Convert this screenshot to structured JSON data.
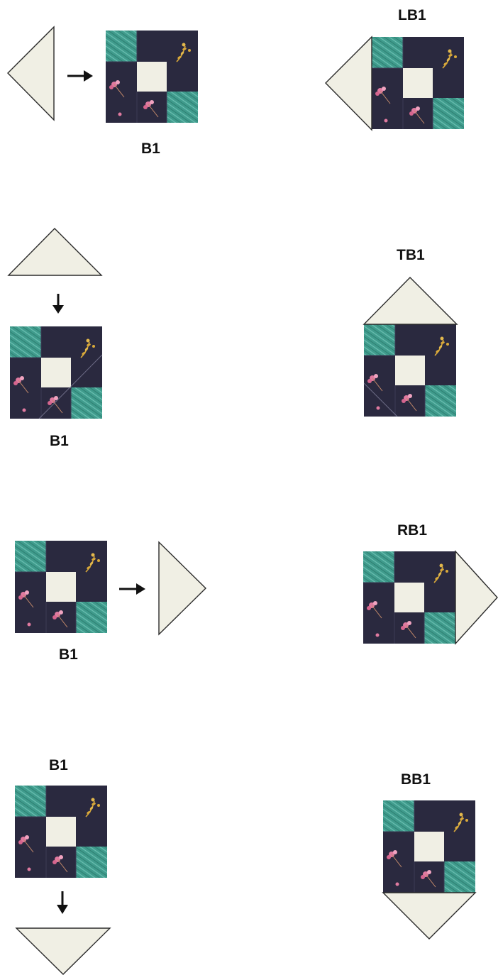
{
  "labels": {
    "row1_left": "B1",
    "row1_right": "LB1",
    "row2_left": "B1",
    "row2_right": "TB1",
    "row3_left": "B1",
    "row3_right": "RB1",
    "row4_left": "B1",
    "row4_right": "BB1"
  },
  "colors": {
    "navy": "#2a293f",
    "teal": "#3f9b8c",
    "cream": "#f0efe4",
    "outline": "#2b2b2b",
    "pink": "#e07aa0",
    "gold": "#d9a93a"
  }
}
